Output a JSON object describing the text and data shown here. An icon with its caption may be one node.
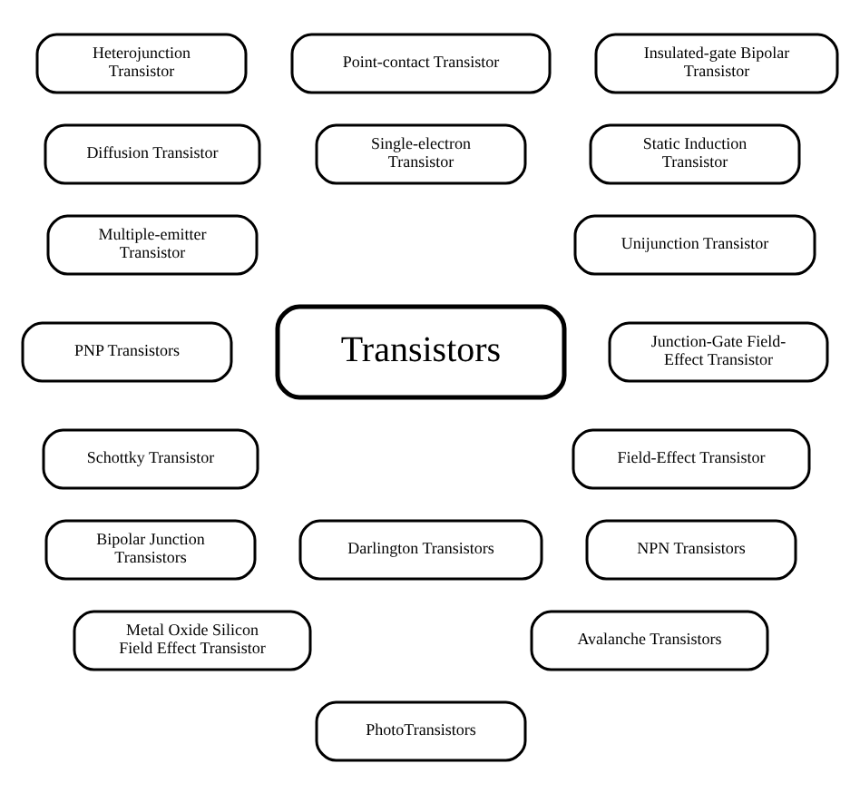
{
  "diagram": {
    "nodes": [
      {
        "text": [
          "Point-contact Transistor"
        ]
      },
      {
        "text": [
          "Heterojunction Transistor"
        ]
      },
      {
        "text": [
          "Insulated-gate Bipolar Transistor"
        ]
      },
      {
        "text": [
          "Diffusion Transistor"
        ]
      },
      {
        "text": [
          "Single-electron Transistor"
        ]
      },
      {
        "text": [
          "Static Induction Transistor"
        ]
      },
      {
        "text": [
          "Multiple-emitter Transistor"
        ]
      },
      {
        "text": [
          "Unijunction Transistor"
        ]
      },
      {
        "text": [
          "Transistors"
        ]
      },
      {
        "text": [
          "PNP Transistors"
        ]
      },
      {
        "text": [
          "Junction-Gate Field-Effect Transistor"
        ]
      },
      {
        "text": [
          "Schottky Transistor"
        ]
      },
      {
        "text": [
          "Field-Effect Transistor"
        ]
      },
      {
        "text": [
          "Bipolar Junction Transistors"
        ]
      },
      {
        "text": [
          "Darlington Transistors"
        ]
      },
      {
        "text": [
          "NPN Transistors"
        ]
      },
      {
        "text": [
          "Metal Oxide Silicon Field Effect Transistor"
        ]
      },
      {
        "text": [
          "Avalanche Transistors"
        ]
      },
      {
        "text": [
          "PhotoTransistors"
        ]
      }
    ],
    "edges": []
  }
}
